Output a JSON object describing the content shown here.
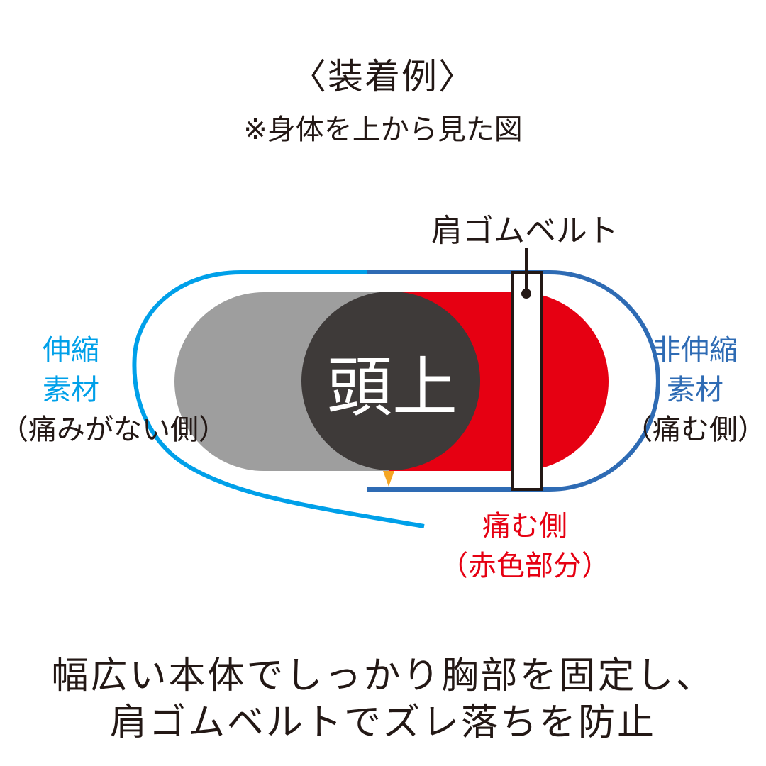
{
  "title": "〈装着例〉",
  "subtitle": "※身体を上から見た図",
  "belt_label": "肩ゴムベルト",
  "head_label": "頭上",
  "left_side": {
    "line1": "伸縮",
    "line2": "素材",
    "line3": "（痛みがない側）"
  },
  "right_side": {
    "line1": "非伸縮",
    "line2": "素材",
    "line3": "（痛む側）"
  },
  "red_side": {
    "line1": "痛む側",
    "line2": "（赤色部分）"
  },
  "caption": {
    "line1": "幅広い本体でしっかり胸部を固定し、",
    "line2": "肩ゴムベルトでズレ落ちを防止"
  },
  "colors": {
    "stretch": "#00a0e9",
    "non_stretch": "#2e6bb4",
    "painful": "#e60012",
    "body_gray": "#9e9e9e",
    "head": "#3e3a39",
    "pointer": "#f5a623"
  }
}
